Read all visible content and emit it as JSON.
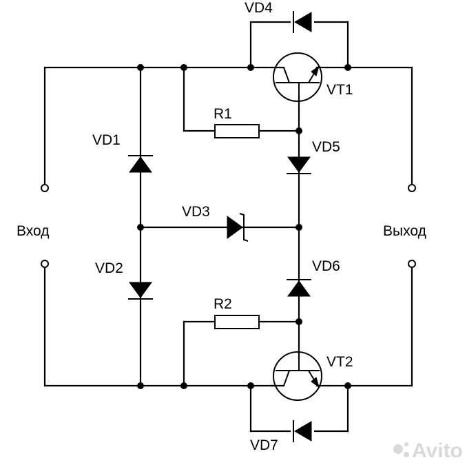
{
  "labels": {
    "vd4": "VD4",
    "vt1": "VT1",
    "r1": "R1",
    "vd1": "VD1",
    "vd5": "VD5",
    "input": "Вход",
    "vd3": "VD3",
    "output": "Выход",
    "vd2": "VD2",
    "vd6": "VD6",
    "r2": "R2",
    "vt2": "VT2",
    "vd7": "VD7"
  },
  "watermark": "Avito"
}
